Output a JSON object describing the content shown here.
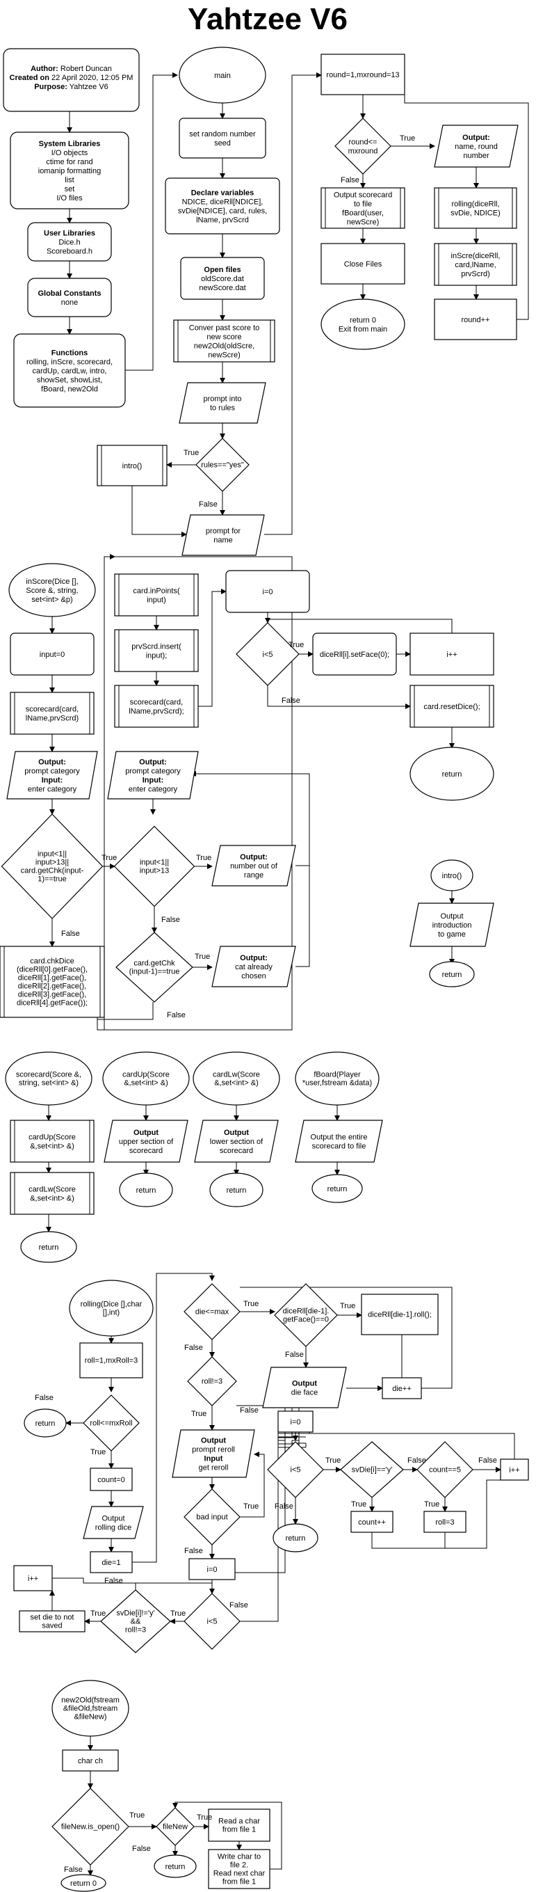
{
  "title": "Yahtzee V6",
  "header": {
    "author_label": "Author:",
    "author": " Robert Duncan",
    "created_label": "Created on",
    "created": " 22 April 2020, 12:05 PM",
    "purpose_label": "Purpose:",
    "purpose": "  Yahtzee V6"
  },
  "libs": {
    "heading": "System Libraries",
    "lines": [
      "I/O objects",
      "ctime for rand",
      "iomanip formatting",
      "list",
      "set",
      "I/O files"
    ]
  },
  "user_libs": {
    "heading": "User Libraries",
    "lines": [
      "Dice.h",
      "Scoreboard.h"
    ]
  },
  "constants": {
    "heading": "Global Constants",
    "lines": [
      "none"
    ]
  },
  "functions": {
    "heading": "Functions",
    "lines": [
      "rolling, inScre, scorecard,",
      "cardUp, cardLw, intro,",
      "showSet, showList,",
      "fBoard, new2Old"
    ]
  },
  "main": {
    "start": "main",
    "seed": [
      "set random number",
      "seed"
    ],
    "declare_heading": "Declare variables",
    "declare": [
      "NDICE, diceRll[NDICE],",
      "svDie[NDICE], card, rules,",
      "lName, prvScrd"
    ],
    "open_heading": "Open files",
    "open": [
      "oldScore.dat",
      "newScore.dat"
    ],
    "convert": [
      "Conver past score to",
      "new score",
      "new2Old(oldScre,",
      "newScre)"
    ],
    "prompt_rules": [
      "prompt into",
      "to rules"
    ],
    "rules_cond": "rules==\"yes\"",
    "intro_call": "intro()",
    "prompt_name": [
      "prompt for",
      "name"
    ],
    "round_init": "round=1,mxround=13",
    "round_cond": [
      "round<=",
      "mxround"
    ],
    "out_heading": "Output:",
    "out_name": [
      "name, round",
      "number"
    ],
    "rolling_call": [
      "rolling(diceRll,",
      "svDie, NDICE)"
    ],
    "inscre_call": [
      "inScre(diceRll,",
      "card,lName,",
      "prvScrd)"
    ],
    "round_inc": "round++",
    "out_file": [
      "Output scorecard",
      "to file",
      "fBoard(user,",
      "newScre)"
    ],
    "close": "Close Files",
    "ret": [
      "return 0",
      "Exit from main"
    ]
  },
  "inscre": {
    "start": [
      "inScore(Dice [],",
      "Score &, string,",
      "set<int> &p)"
    ],
    "input0": "input=0",
    "scorecard_call": [
      "scorecard(card,",
      "lName,prvScrd)"
    ],
    "out_heading": "Output:",
    "prompt_category": "prompt category",
    "input_heading": "Input:",
    "enter_category": "enter category",
    "cond1": [
      "input<1||",
      "input>13||",
      "card.getChk(input-",
      "1)==true"
    ],
    "cond2": [
      "input<1||",
      "input>13"
    ],
    "cond3": [
      "card.getChk",
      "(input-1)==true"
    ],
    "out_range": [
      "number out of",
      "range"
    ],
    "out_chosen": [
      "cat already",
      "chosen"
    ],
    "chk_dice": [
      "card.chkDice",
      "(diceRll[0].getFace(),",
      "diceRll[1].getFace(),",
      "diceRll[2].getFace(),",
      "diceRll[3].getFace(),",
      "diceRll[4].getFace());"
    ],
    "in_points": [
      "card.inPoints(",
      "input)"
    ],
    "prv_insert": [
      "prvScrd.insert(",
      "input);"
    ],
    "scorecard2": [
      "scorecard(card,",
      "lName,prvScrd);"
    ],
    "i0": "i=0",
    "i_cond": "i<5",
    "set_face": "diceRll[i].setFace(0);",
    "i_inc": "i++",
    "reset": "card.resetDice();",
    "ret": "return"
  },
  "intro": {
    "start": "intro()",
    "out": [
      "Output",
      "introduction",
      "to game"
    ],
    "ret": "return"
  },
  "scorecard_fn": {
    "start": [
      "scorecard(Score &,",
      "string, set<int> &)"
    ],
    "up": [
      "cardUp(Score",
      "&,set<int> &)"
    ],
    "lw": [
      "cardLw(Score",
      "&,set<int> &)"
    ],
    "ret": "return"
  },
  "cardup_fn": {
    "start": [
      "cardUp(Score",
      "&,set<int> &)"
    ],
    "out": [
      "Output",
      "upper section of",
      "scorecard"
    ],
    "ret": "return"
  },
  "cardlw_fn": {
    "start": [
      "cardLw(Score",
      "&,set<int> &)"
    ],
    "out": [
      "Output",
      "lower section of",
      "scorecard"
    ],
    "ret": "return"
  },
  "fboard_fn": {
    "start": [
      "fBoard(Player",
      "*user,fstream &data)"
    ],
    "out": [
      "Output the entire",
      "scorecard to file"
    ],
    "ret": "return"
  },
  "rolling_fn": {
    "start": [
      "rolling(Dice [],char",
      "[],int)"
    ],
    "init": "roll=1,mxRoll=3",
    "cond": "roll<=mxRoll",
    "ret": "return",
    "count0": "count=0",
    "out_roll": [
      "Output",
      "rolling dice"
    ],
    "die1": "die=1",
    "die_cond": "die<=max",
    "face_cond": [
      "diceRll[die-1].",
      "getFace()==0"
    ],
    "roll_call": "diceRll[die-1].roll();",
    "out_face": [
      "Output",
      "die face"
    ],
    "die_inc": "die++",
    "roll3": "roll!=3",
    "prompt_reroll": [
      "Output",
      "prompt reroll",
      "Input",
      "get reroll"
    ],
    "bad_input": "bad input",
    "i0": "i=0",
    "i_cond": "i<5",
    "sv_cond": [
      "svDie[i]!='y'",
      "&&",
      "roll!=3"
    ],
    "not_saved": [
      "set die to not",
      "saved"
    ],
    "i_inc": "i++",
    "i0b": "i=0",
    "i_cond2": "i<5",
    "sv_cond2": "svDie[i]=='y'",
    "count_cond": "count==5",
    "i_inc2": "i++",
    "ret2": "return",
    "count_inc": "count++",
    "roll_eq3": "roll=3"
  },
  "new2old_fn": {
    "start": [
      "new2Old(fstream",
      "&fileOld,fstream",
      "&fileNew)"
    ],
    "char_ch": "char ch",
    "open_cond": "fileNew.is_open()",
    "ret0": "return 0",
    "file_new": "fileNew",
    "ret": "return",
    "read": [
      "Read a char",
      "from file 1"
    ],
    "write": [
      "Write char to",
      "file 2.",
      "Read next char",
      "from file 1"
    ]
  },
  "labels": {
    "true": "True",
    "false": "False"
  }
}
